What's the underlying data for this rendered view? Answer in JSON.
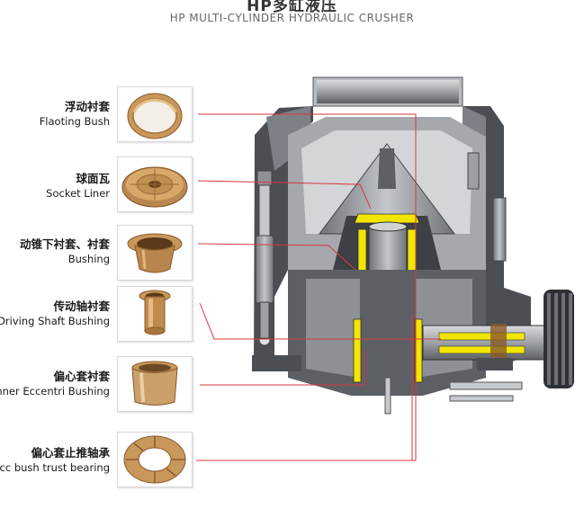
{
  "header": {
    "title": "HP多缸液压",
    "subtitle": "HP MULTI-CYLINDER HYDRAULIC CRUSHER"
  },
  "parts": [
    {
      "cn": "浮动衬套",
      "en": "Flaoting Bush"
    },
    {
      "cn": "球面瓦",
      "en": "Socket Liner"
    },
    {
      "cn": "动锥下衬套、衬套",
      "en": "Bushing"
    },
    {
      "cn": "传动轴衬套",
      "en": "Driving  Shaft Bushing"
    },
    {
      "cn": "偏心套衬套",
      "en": "Inner Eccentri Bushing"
    },
    {
      "cn": "偏心套止推轴承",
      "en": "Ecc bush trust bearing"
    }
  ],
  "colors": {
    "bronze": "#c8975a",
    "bronze_dark": "#8a5a2a",
    "machine_gray": "#8c8f94",
    "machine_dark": "#3a3d42",
    "highlight": "#f2e600",
    "leader_line": "#d9363e"
  }
}
